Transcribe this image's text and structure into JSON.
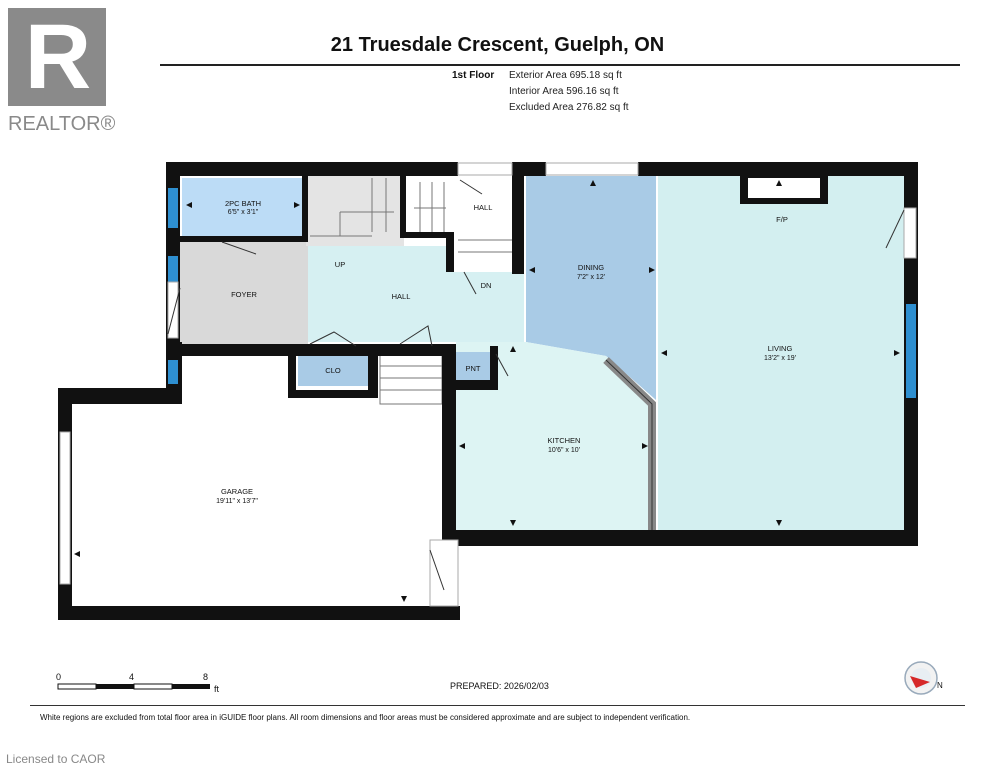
{
  "header": {
    "logo_text": "REALTOR®",
    "title": "21 Truesdale Crescent, Guelph, ON"
  },
  "areas": {
    "floor_label": "1st Floor",
    "exterior": "Exterior Area 695.18 sq ft",
    "interior": "Interior Area 596.16 sq ft",
    "excluded": "Excluded Area 276.82 sq ft"
  },
  "rooms": {
    "bath": {
      "name": "2PC BATH",
      "dims": "6'5\" x 3'1\""
    },
    "hall_top": {
      "name": "HALL"
    },
    "up": {
      "name": "UP"
    },
    "hall": {
      "name": "HALL"
    },
    "dn": {
      "name": "DN"
    },
    "foyer": {
      "name": "FOYER"
    },
    "dining": {
      "name": "DINING",
      "dims": "7'2\" x 12'"
    },
    "fp": {
      "name": "F/P"
    },
    "living": {
      "name": "LIVING",
      "dims": "13'2\" x 19'"
    },
    "clo": {
      "name": "CLO"
    },
    "pnt": {
      "name": "PNT"
    },
    "kitchen": {
      "name": "KITCHEN",
      "dims": "10'6\" x 10'"
    },
    "garage": {
      "name": "GARAGE",
      "dims": "19'11\" x 13'7\""
    }
  },
  "scale": {
    "t0": "0",
    "t4": "4",
    "t8": "8",
    "unit": "ft"
  },
  "prepared": "PREPARED: 2026/02/03",
  "compass_letter": "N",
  "footer": {
    "note": "White regions are excluded from total floor area in iGUIDE floor plans. All room dimensions and floor areas must be considered approximate and are subject to independent verification.",
    "license": "Licensed to CAOR"
  },
  "colors": {
    "wall": "#111111",
    "bath": "#bcdcf6",
    "hall": "#d6f0f2",
    "foyer": "#d9d9d9",
    "dining": "#a9cbe6",
    "living": "#d3eff0",
    "kitchen": "#ddf4f3",
    "clo": "#a9cbe6",
    "window": "#2e8fd0"
  }
}
